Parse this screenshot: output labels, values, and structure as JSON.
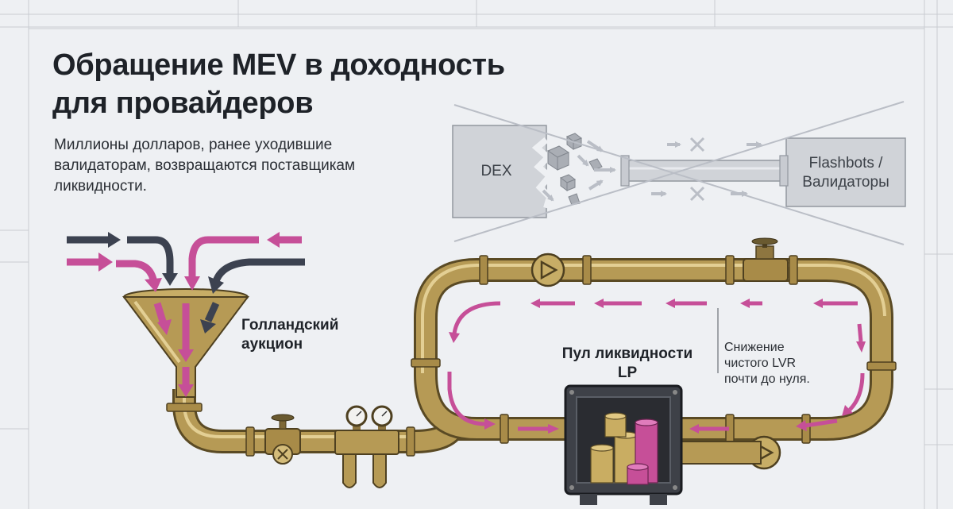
{
  "title": {
    "line1": "Обращение MEV в доходность",
    "line2": "для провайдеров"
  },
  "subtitle": {
    "line1": "Миллионы долларов, ранее уходившие",
    "line2": "валидаторам, возвращаются поставщикам",
    "line3": "ликвидности."
  },
  "boxes": {
    "dex": "DEX",
    "flashbots_line1": "Flashbots /",
    "flashbots_line2": "Валидаторы"
  },
  "labels": {
    "auction_line1": "Голландский",
    "auction_line2": "аукцион",
    "pool_line1": "Пул ликвидности",
    "pool_line2": "LP",
    "note_line1": "Снижение",
    "note_line2": "чистого LVR",
    "note_line3": "почти до нуля."
  },
  "colors": {
    "pipe": "#b69a55",
    "pipe_dark": "#5a4a24",
    "magenta": "#c64f98",
    "charcoal": "#3c4250",
    "background": "#eef0f3"
  },
  "icons": [
    "funnel-icon",
    "safe-icon",
    "valve-icon",
    "pressure-gauge-icon",
    "pump-icon",
    "coin-stack-icon",
    "cross-out-icon",
    "cube-icon"
  ]
}
